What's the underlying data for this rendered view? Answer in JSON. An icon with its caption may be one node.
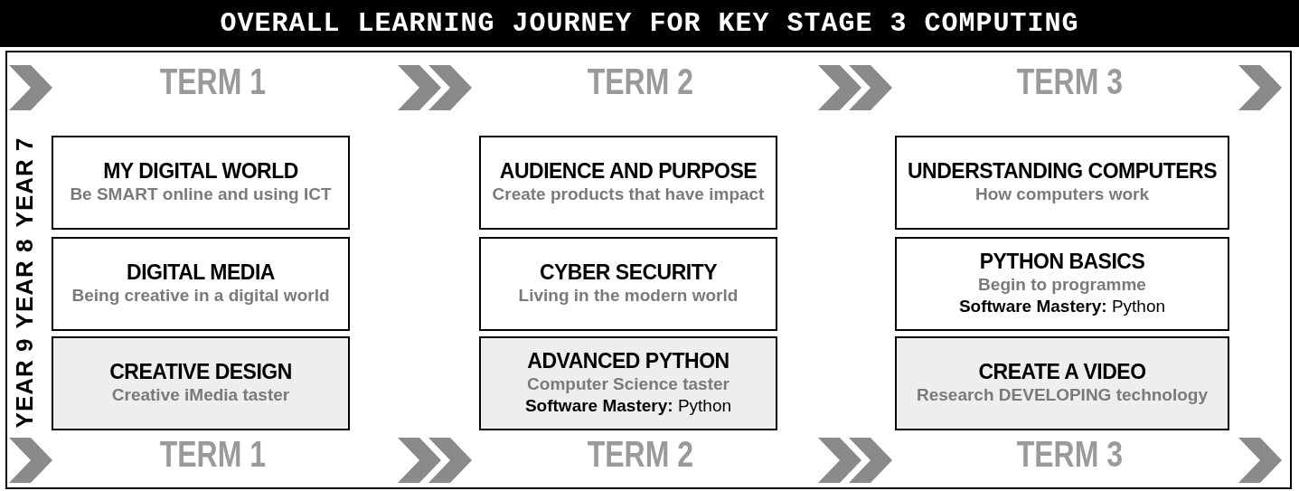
{
  "diagram": {
    "title": "OVERALL LEARNING JOURNEY FOR KEY STAGE 3 COMPUTING",
    "nodes": [
      {
        "text": [
          "MY DIGITAL WORLD",
          "Be SMART online and using ICT"
        ]
      },
      {
        "text": [
          "AUDIENCE AND PURPOSE",
          "Create products that have impact"
        ]
      },
      {
        "text": [
          "UNDERSTANDING COMPUTERS",
          "How computers work"
        ]
      },
      {
        "text": [
          "DIGITAL MEDIA",
          "Being creative in a digital world"
        ]
      },
      {
        "text": [
          "CYBER SECURITY",
          "Living in the modern world"
        ]
      },
      {
        "text": [
          "PYTHON BASICS",
          "Begin to programme",
          "**Software Mastery:** Python"
        ]
      },
      {
        "text": [
          "CREATIVE DESIGN",
          "Creative iMedia taster"
        ]
      },
      {
        "text": [
          "ADVANCED PYTHON",
          "Computer Science taster",
          "**Software Mastery:** Python"
        ]
      },
      {
        "text": [
          "CREATE A VIDEO",
          "Research DEVELOPING technology"
        ]
      }
    ],
    "edges": [],
    "labels": [
      "TERM 1",
      "TERM 2",
      "TERM 3",
      "YEAR 7",
      "YEAR 8",
      "YEAR 9",
      "TERM 1",
      "TERM 2",
      "TERM 3"
    ]
  }
}
